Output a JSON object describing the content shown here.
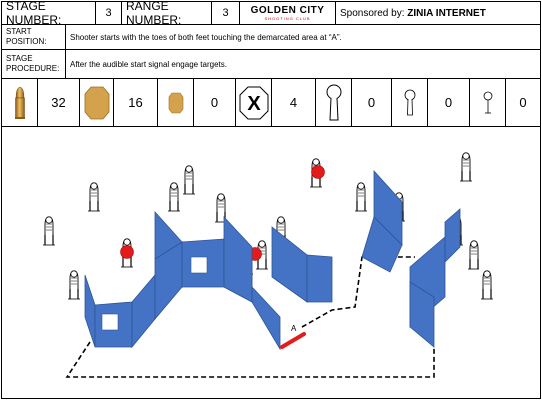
{
  "header": {
    "stage_number_label": "STAGE NUMBER:",
    "stage_number": "3",
    "range_number_label": "RANGE NUMBER:",
    "range_number": "3",
    "logo_main": "GOLDEN CITY",
    "logo_sub": "SHOOTING CLUB",
    "sponsored_by_label": "Sponsored by:",
    "sponsor_name": "ZINIA INTERNET"
  },
  "start_position": {
    "label_line1": "START",
    "label_line2": "POSITION:",
    "text": "Shooter starts with the toes of both feet touching the demarcated area at “A”."
  },
  "stage_procedure": {
    "label_line1": "STAGE",
    "label_line2": "PROCEDURE:",
    "text": "After the audible start signal engage targets."
  },
  "counts": {
    "rounds": "32",
    "ipsc_paper": "16",
    "mini_ipsc_paper": "0",
    "no_shoot": "4",
    "popper": "0",
    "mini_popper": "0",
    "plate": "0"
  },
  "icons": {
    "rounds": "bullet-icon",
    "ipsc_paper": "ipsc-target-icon",
    "mini_ipsc_paper": "mini-target-icon",
    "no_shoot": "no-shoot-x-icon",
    "popper": "popper-icon",
    "mini_popper": "mini-popper-icon",
    "plate": "plate-icon"
  },
  "colors": {
    "wall": "#4472C4",
    "wall_stroke": "#2F5597",
    "no_shoot": "#E31B1B",
    "start_line": "#E31B1B",
    "target_tan": "#D4A24C"
  },
  "diagram": {
    "start_marker": "A"
  }
}
